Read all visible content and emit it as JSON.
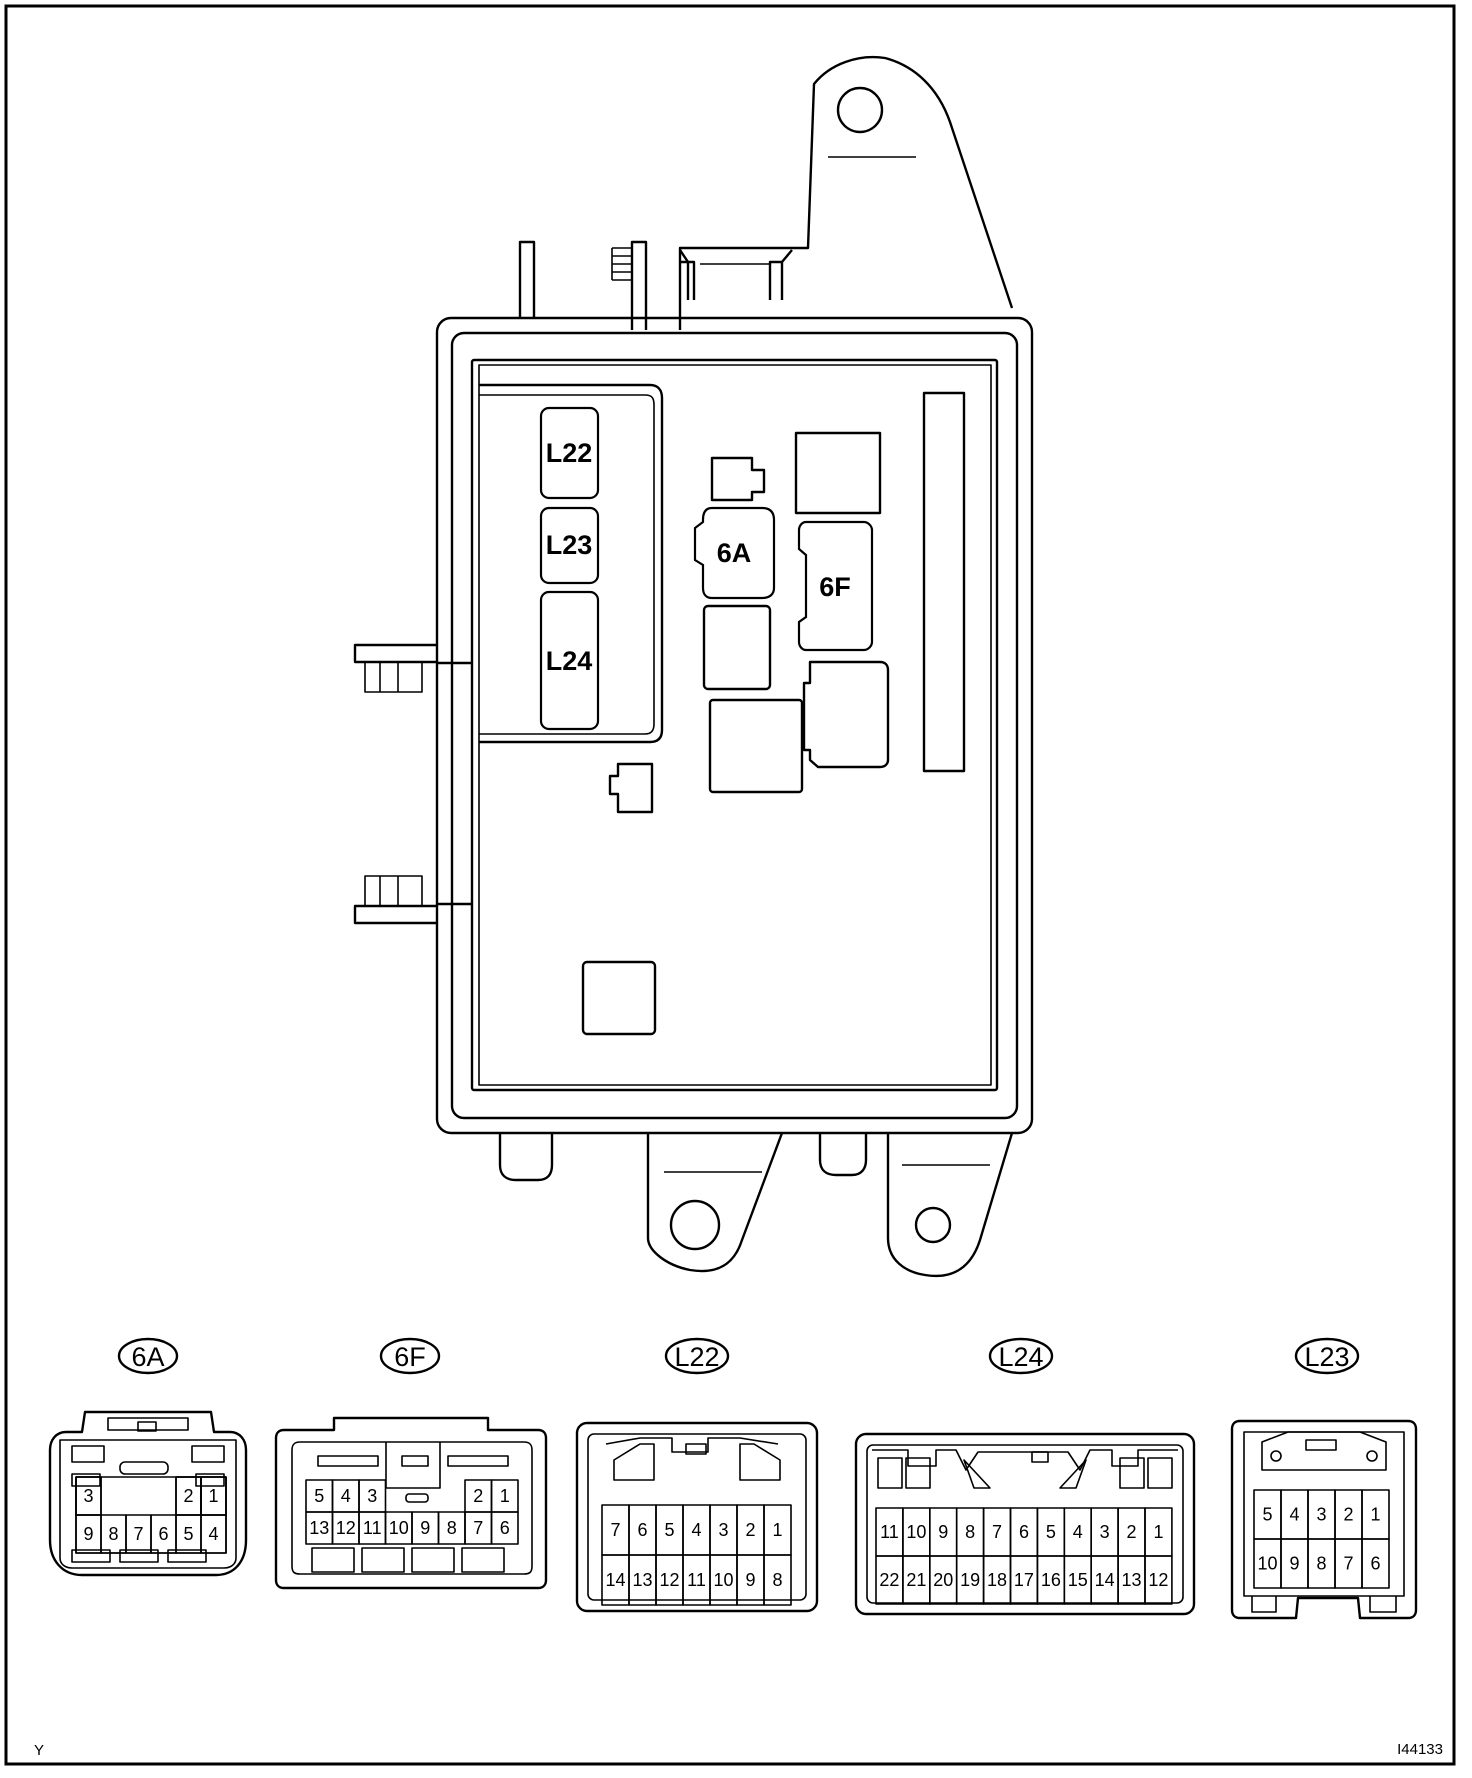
{
  "block_labels": [
    "L22",
    "L23",
    "L24",
    "6A",
    "6F"
  ],
  "connectors": [
    {
      "id": "6A",
      "rows": [
        [
          "3",
          "",
          "",
          "",
          "2",
          "1"
        ],
        [
          "9",
          "8",
          "7",
          "6",
          "5",
          "4"
        ]
      ]
    },
    {
      "id": "6F",
      "rows": [
        [
          "5",
          "4",
          "3",
          "",
          "",
          "",
          "2",
          "1"
        ],
        [
          "13",
          "12",
          "11",
          "10",
          "9",
          "8",
          "7",
          "6"
        ]
      ]
    },
    {
      "id": "L22",
      "rows": [
        [
          "7",
          "6",
          "5",
          "4",
          "3",
          "2",
          "1"
        ],
        [
          "14",
          "13",
          "12",
          "11",
          "10",
          "9",
          "8"
        ]
      ]
    },
    {
      "id": "L24",
      "rows": [
        [
          "11",
          "10",
          "9",
          "8",
          "7",
          "6",
          "5",
          "4",
          "3",
          "2",
          "1"
        ],
        [
          "22",
          "21",
          "20",
          "19",
          "18",
          "17",
          "16",
          "15",
          "14",
          "13",
          "12"
        ]
      ]
    },
    {
      "id": "L23",
      "rows": [
        [
          "5",
          "4",
          "3",
          "2",
          "1"
        ],
        [
          "10",
          "9",
          "8",
          "7",
          "6"
        ]
      ]
    }
  ],
  "corner_left": "Y",
  "corner_right": "I44133"
}
